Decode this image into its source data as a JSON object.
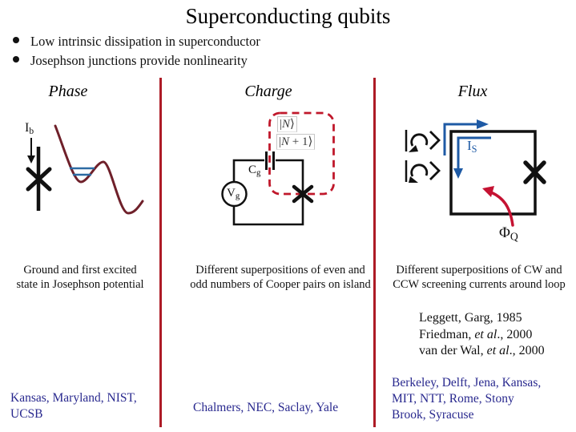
{
  "title": "Superconducting qubits",
  "bullets": [
    {
      "label": "Low intrinsic dissipation in superconductor"
    },
    {
      "label": "Josephson junctions provide nonlinearity"
    }
  ],
  "colors": {
    "separator_red": "#ad1b26",
    "curve_maroon": "#6f202a",
    "level_blue": "#2d6ba3",
    "circuit_black": "#111111",
    "island_dashed_red": "#c0182b",
    "flux_arrow_blue": "#1e5aa5",
    "flux_phi_red": "#c51232",
    "credit_blue": "#28288e"
  },
  "phase": {
    "header": "Phase",
    "bias_label": {
      "main": "I",
      "sub": "b"
    },
    "description": {
      "line1": "Ground and first excited",
      "line2": "state in Josephson potential"
    },
    "credits": {
      "line1": "Kansas, Maryland, NIST,",
      "line2": "UCSB"
    }
  },
  "charge": {
    "header": "Charge",
    "cap_label": {
      "main": "C",
      "sub": "g"
    },
    "source_label": {
      "main": "V",
      "sub": "g"
    },
    "state1": {
      "bar": "|",
      "var": "N",
      "ket": "⟩"
    },
    "state2": {
      "bar": "|",
      "var": "N",
      "plus": " + 1",
      "ket": "⟩"
    },
    "description": {
      "line1": "Different superpositions of even and",
      "line2": "odd numbers of Cooper pairs on island"
    },
    "credits": {
      "line1": "Chalmers, NEC, Saclay, Yale"
    }
  },
  "flux": {
    "header": "Flux",
    "current_label": {
      "main": "I",
      "sub": "S"
    },
    "phi_label": {
      "main": "Φ",
      "sub": "Q"
    },
    "states": {
      "cw_ket": "|↻>",
      "ccw_ket": "|↺>"
    },
    "description": {
      "line1": "Different superpositions of CW and",
      "line2": "CCW screening currents around loop"
    },
    "references": [
      {
        "pre": "Leggett, Garg, 1985",
        "italic": "",
        "post": ""
      },
      {
        "pre": "Friedman, ",
        "italic": "et al",
        "post": "., 2000"
      },
      {
        "pre": "van der Wal, ",
        "italic": "et al",
        "post": "., 2000"
      }
    ],
    "credits": {
      "line1": "Berkeley, Delft, Jena, Kansas,",
      "line2": "MIT, NTT, Rome, Stony",
      "line3": "Brook, Syracuse"
    }
  }
}
